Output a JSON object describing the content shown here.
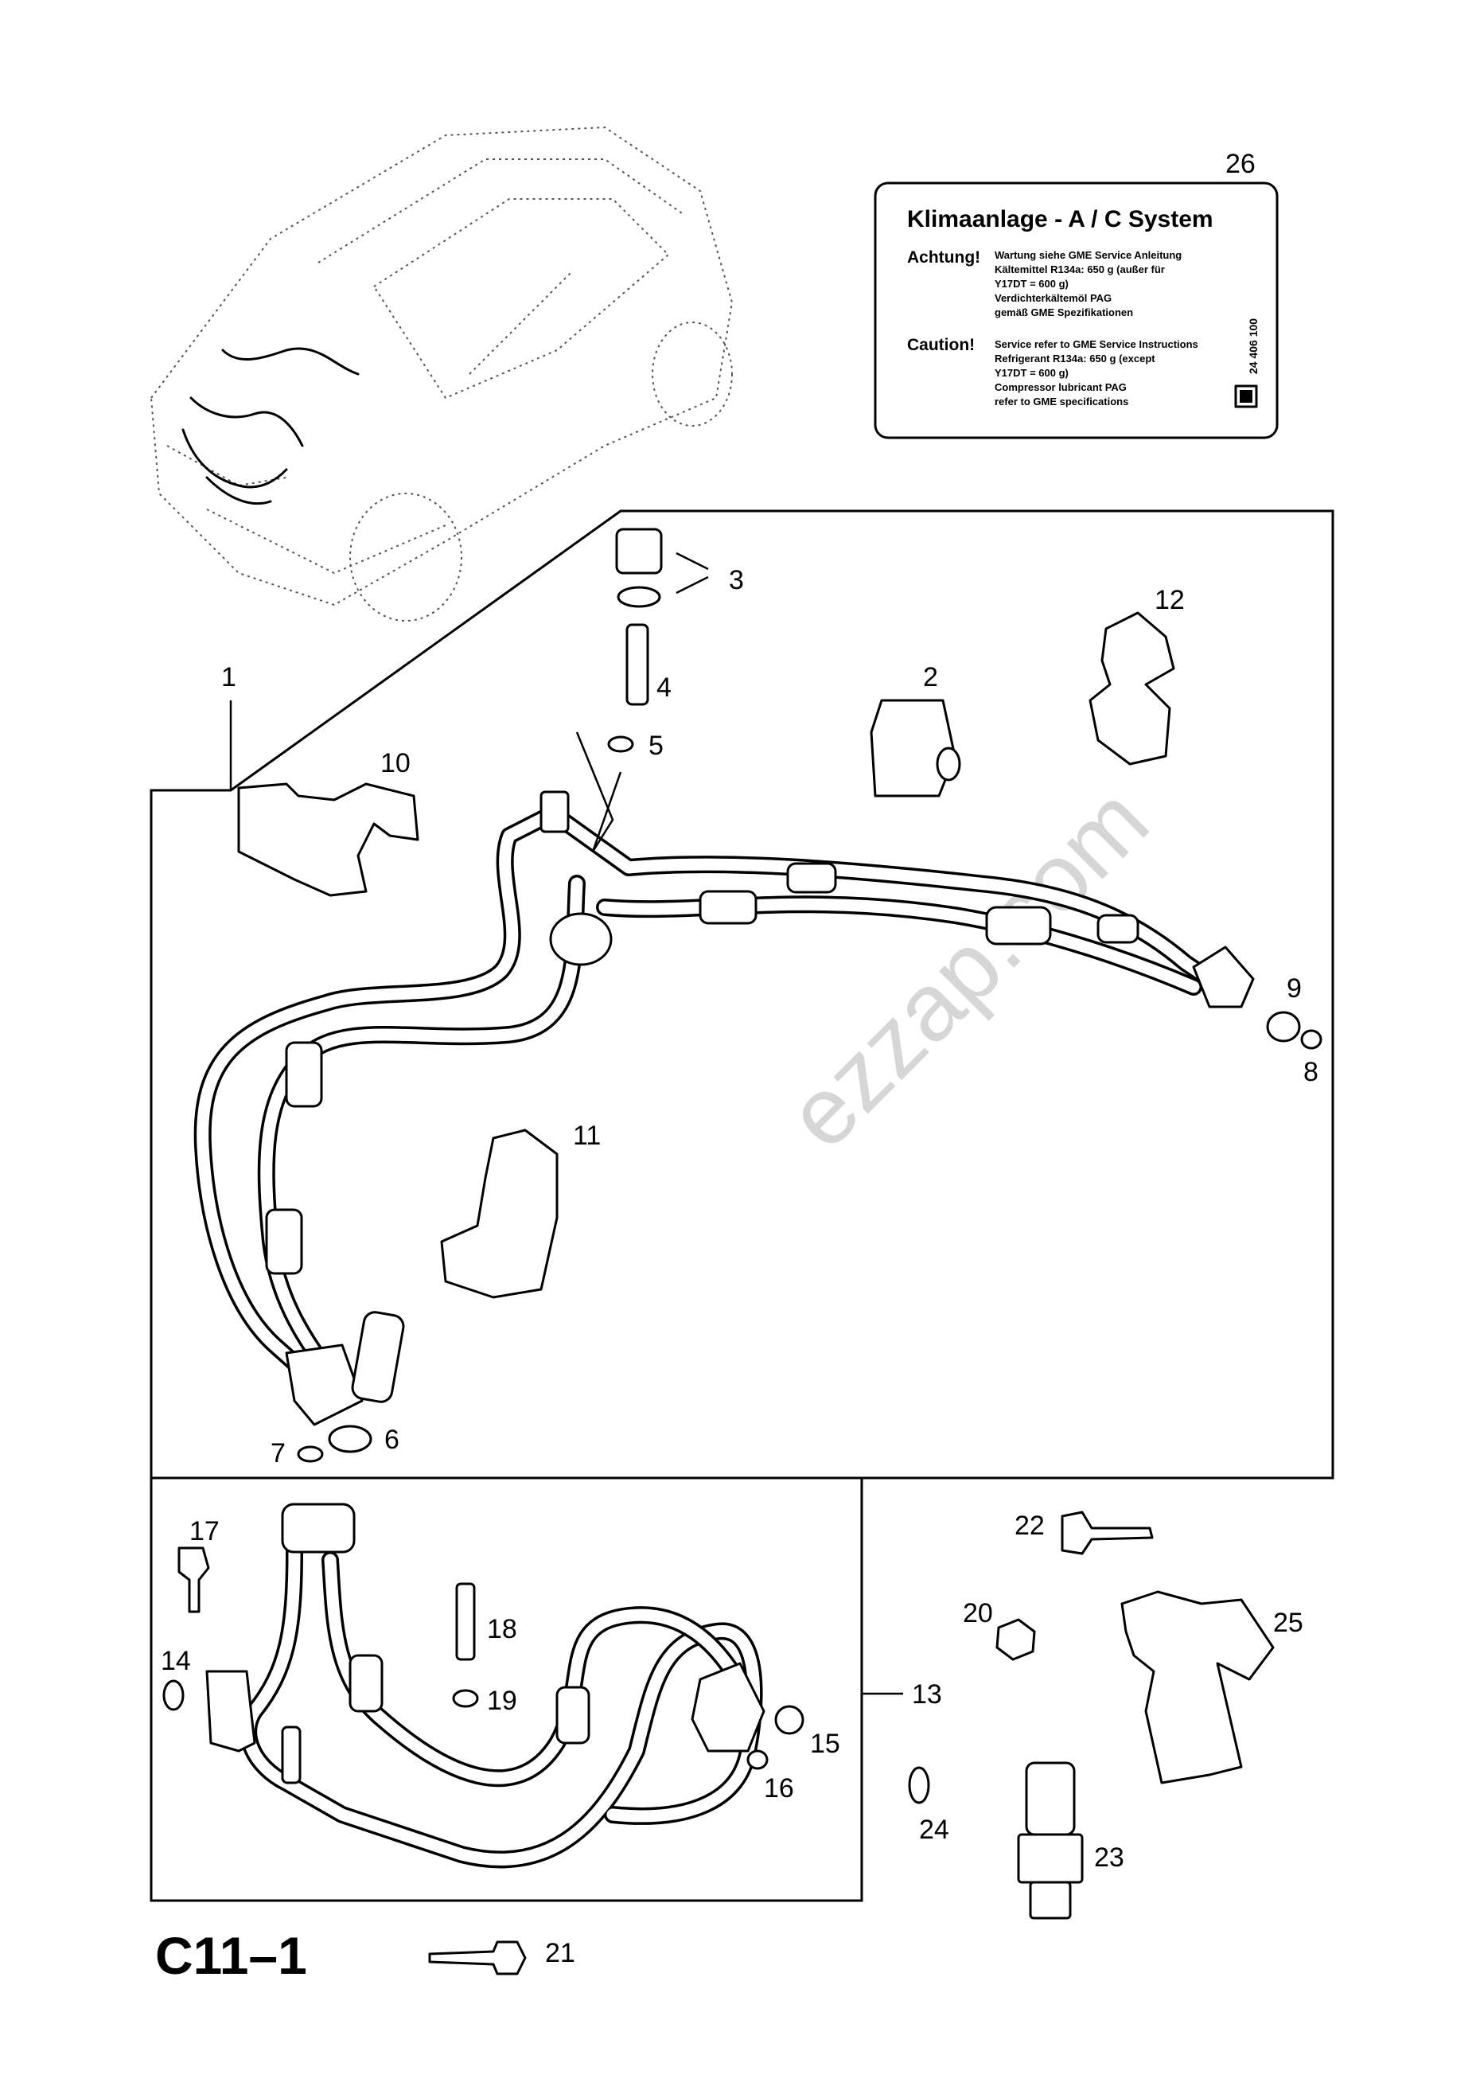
{
  "diagram_code": "C11–1",
  "watermark": "ezzap.com",
  "label_card": {
    "title": "Klimaanlage - A / C System",
    "sections": [
      {
        "heading": "Achtung!",
        "lines": [
          "Wartung siehe GME Service Anleitung",
          "Kältemittel R134a:  650 g (außer für",
          "Y17DT = 600 g)",
          "Verdichterkältemöl PAG",
          "gemäß GME Spezifikationen"
        ]
      },
      {
        "heading": "Caution!",
        "lines": [
          "Service refer to GME Service Instructions",
          "Refrigerant R134a:  650 g (except",
          "Y17DT = 600 g)",
          "Compressor lubricant PAG",
          "refer to GME specifications"
        ]
      }
    ],
    "part_code": "24 406 100"
  },
  "callouts": {
    "c1": "1",
    "c2": "2",
    "c3": "3",
    "c4": "4",
    "c5": "5",
    "c6": "6",
    "c7": "7",
    "c8": "8",
    "c9": "9",
    "c10": "10",
    "c11": "11",
    "c12": "12",
    "c13": "13",
    "c14": "14",
    "c15": "15",
    "c16": "16",
    "c17": "17",
    "c18": "18",
    "c19": "19",
    "c20": "20",
    "c21": "21",
    "c22": "22",
    "c23": "23",
    "c24": "24",
    "c25": "25",
    "c26": "26"
  }
}
